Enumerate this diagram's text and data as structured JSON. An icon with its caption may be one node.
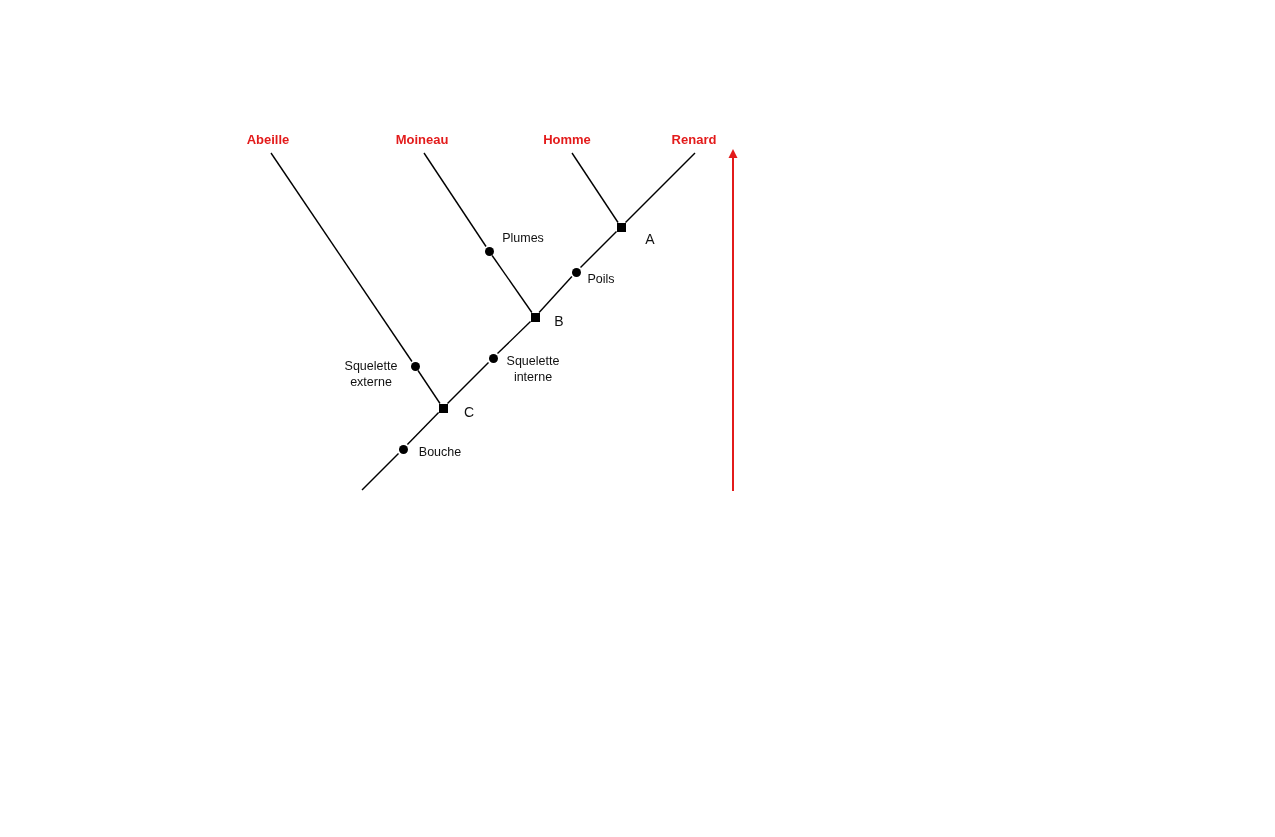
{
  "diagram": {
    "nodes": [
      {
        "text": [
          "Abeille"
        ]
      },
      {
        "text": [
          "Moineau"
        ]
      },
      {
        "text": [
          "Homme"
        ]
      },
      {
        "text": [
          "Renard"
        ]
      },
      {
        "text": [],
        "shape": "box",
        "beside": [
          "A"
        ]
      },
      {
        "text": [],
        "shape": "circle",
        "beside": [
          "Plumes"
        ]
      },
      {
        "text": [],
        "shape": "circle",
        "beside": [
          "Poils"
        ]
      },
      {
        "text": [],
        "shape": "box",
        "beside": [
          "B"
        ]
      },
      {
        "text": [],
        "shape": "circle",
        "beside": [
          "Squelette externe"
        ]
      },
      {
        "text": [],
        "shape": "circle",
        "beside": [
          "Squelette interne"
        ]
      },
      {
        "text": [],
        "shape": "box",
        "beside": [
          "C"
        ]
      },
      {
        "text": [],
        "shape": "circle",
        "beside": [
          "Bouche"
        ]
      }
    ],
    "edges": [
      {
        "from": null,
        "to": 11,
        "arrow": "none"
      },
      {
        "from": 11,
        "to": 10,
        "arrow": "none"
      },
      {
        "from": 10,
        "to": 8,
        "arrow": "none"
      },
      {
        "from": 8,
        "to": 0,
        "arrow": "none"
      },
      {
        "from": 10,
        "to": 9,
        "arrow": "none"
      },
      {
        "from": 9,
        "to": 7,
        "arrow": "none"
      },
      {
        "from": 7,
        "to": 5,
        "arrow": "none"
      },
      {
        "from": 5,
        "to": 1,
        "arrow": "none"
      },
      {
        "from": 7,
        "to": 6,
        "arrow": "none"
      },
      {
        "from": 6,
        "to": 4,
        "arrow": "none"
      },
      {
        "from": 4,
        "to": 2,
        "arrow": "none"
      },
      {
        "from": 4,
        "to": 3,
        "arrow": "none"
      }
    ]
  }
}
